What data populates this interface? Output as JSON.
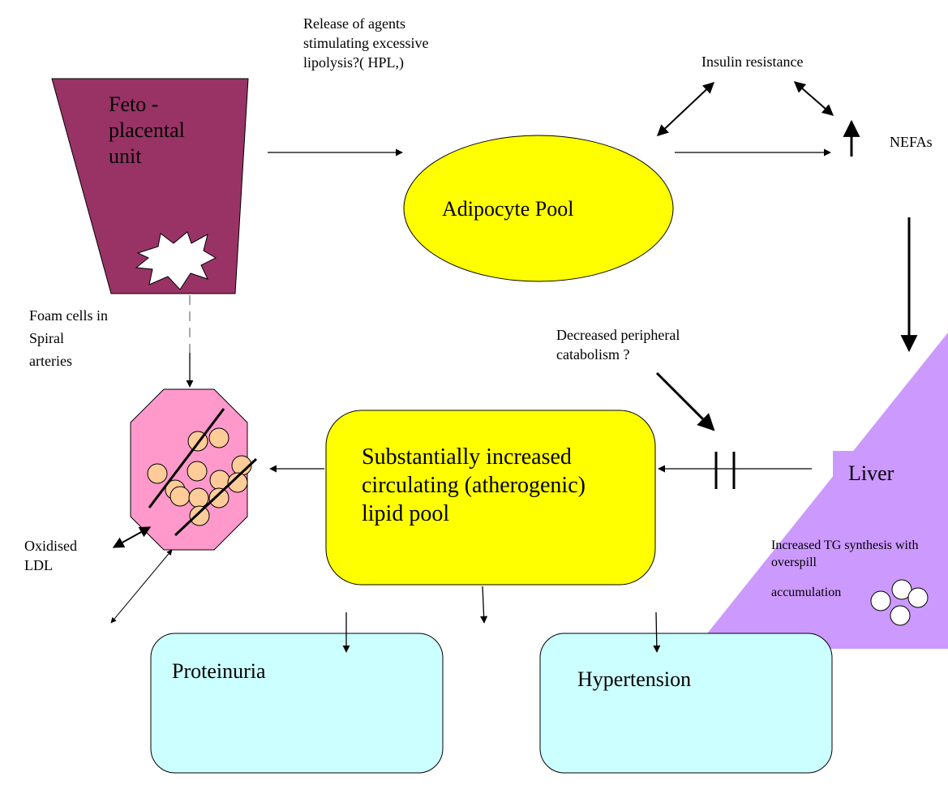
{
  "nodes": {
    "feto_placental": "Feto - placental unit",
    "adipocyte": "Adipocyte Pool",
    "lipid_pool": "Substantially increased circulating (atherogenic) lipid pool",
    "liver": "Liver",
    "proteinuria": "Proteinuria",
    "hypertension": "Hypertension"
  },
  "labels": {
    "release": "Release of agents stimulating excessive lipolysis?( HPL,)",
    "insulin": "Insulin resistance",
    "nefas": "NEFAs",
    "foam": "Foam cells in Spiral arteries",
    "decreased": "Decreased peripheral catabolism ?",
    "oxidised": "Oxidised LDL",
    "tg": "Increased TG synthesis with overspill",
    "accumulation": "accumulation"
  },
  "colors": {
    "placenta": "#993366",
    "adipocyte": "#ffff00",
    "lipid_pool": "#ffff00",
    "liver": "#cc99ff",
    "foam_cell": "#ff99cc",
    "lipid_droplet": "#ffcc99",
    "outcome_box": "#ccffff"
  }
}
